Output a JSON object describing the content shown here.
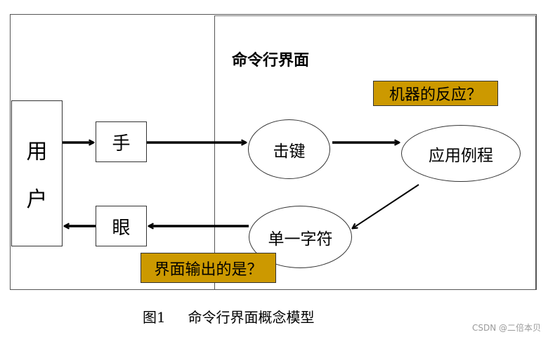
{
  "diagram": {
    "user_chars": [
      "用",
      "户"
    ],
    "hand": "手",
    "eye": "眼",
    "interface_title": "命令行界面",
    "keystroke": "击键",
    "app_routine": "应用例程",
    "single_char": "单一字符",
    "callout_machine": "机器的反应？",
    "callout_output": "界面输出的是？",
    "caption_label": "图1",
    "caption_text": "命令行界面概念模型"
  },
  "watermark": "CSDN @二倍本贝",
  "colors": {
    "callout_fill": "#cc9900",
    "line": "#000000"
  }
}
